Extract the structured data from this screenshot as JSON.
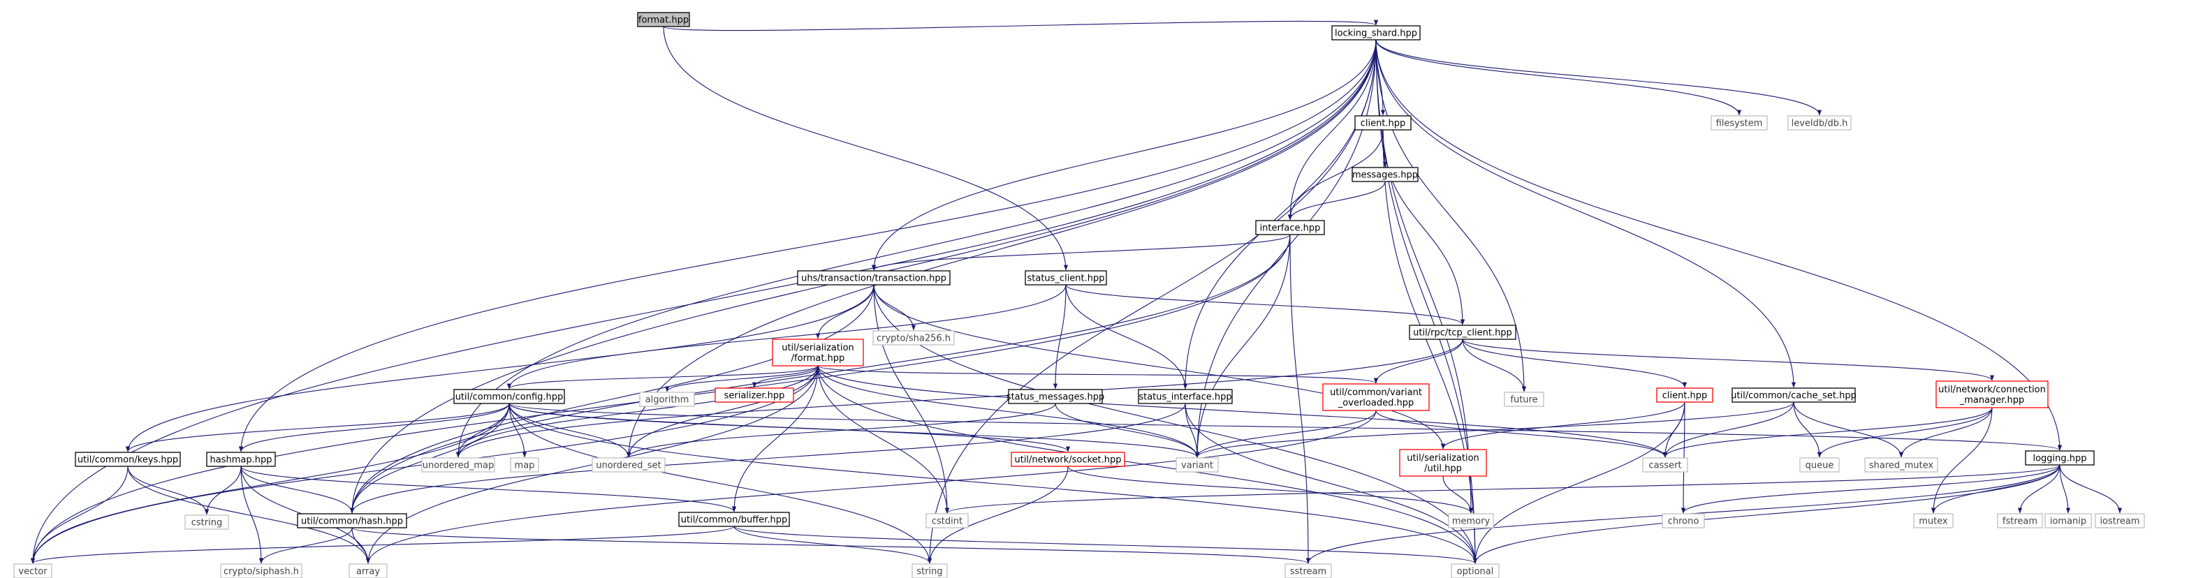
{
  "colors": {
    "edge": "#191970",
    "node_border": "#000000",
    "incomplete_border": "#ff0000",
    "root_fill": "#bfbfbf",
    "system_border": "#bfbfbf",
    "text": "#000000"
  },
  "nodes": {
    "format": {
      "lines": [
        "format.hpp"
      ],
      "kind": "root"
    },
    "locking_shard": {
      "lines": [
        "locking_shard.hpp"
      ],
      "kind": "normal"
    },
    "client_top": {
      "lines": [
        "client.hpp"
      ],
      "kind": "normal"
    },
    "messages": {
      "lines": [
        "messages.hpp"
      ],
      "kind": "normal"
    },
    "interface": {
      "lines": [
        "interface.hpp"
      ],
      "kind": "normal"
    },
    "filesystem": {
      "lines": [
        "filesystem"
      ],
      "kind": "system"
    },
    "leveldb": {
      "lines": [
        "leveldb/db.h"
      ],
      "kind": "system"
    },
    "transaction": {
      "lines": [
        "uhs/transaction/transaction.hpp"
      ],
      "kind": "normal"
    },
    "status_client": {
      "lines": [
        "status_client.hpp"
      ],
      "kind": "normal"
    },
    "sha256": {
      "lines": [
        "crypto/sha256.h"
      ],
      "kind": "system"
    },
    "ser_format": {
      "lines": [
        "util/serialization",
        "/format.hpp"
      ],
      "kind": "incomplete"
    },
    "tcp_client": {
      "lines": [
        "util/rpc/tcp_client.hpp"
      ],
      "kind": "normal"
    },
    "config": {
      "lines": [
        "util/common/config.hpp"
      ],
      "kind": "normal"
    },
    "algorithm": {
      "lines": [
        "algorithm"
      ],
      "kind": "system"
    },
    "serializer": {
      "lines": [
        "serializer.hpp"
      ],
      "kind": "incomplete"
    },
    "status_messages": {
      "lines": [
        "status_messages.hpp"
      ],
      "kind": "normal"
    },
    "status_interface": {
      "lines": [
        "status_interface.hpp"
      ],
      "kind": "normal"
    },
    "variant_overloaded": {
      "lines": [
        "util/common/variant",
        "_overloaded.hpp"
      ],
      "kind": "incomplete"
    },
    "future": {
      "lines": [
        "future"
      ],
      "kind": "system"
    },
    "client_red": {
      "lines": [
        "client.hpp"
      ],
      "kind": "incomplete"
    },
    "cache_set": {
      "lines": [
        "util/common/cache_set.hpp"
      ],
      "kind": "normal"
    },
    "conn_manager": {
      "lines": [
        "util/network/connection",
        "_manager.hpp"
      ],
      "kind": "incomplete"
    },
    "keys": {
      "lines": [
        "util/common/keys.hpp"
      ],
      "kind": "normal"
    },
    "hashmap": {
      "lines": [
        "hashmap.hpp"
      ],
      "kind": "normal"
    },
    "unordered_map": {
      "lines": [
        "unordered_map"
      ],
      "kind": "system"
    },
    "map": {
      "lines": [
        "map"
      ],
      "kind": "system"
    },
    "unordered_set": {
      "lines": [
        "unordered_set"
      ],
      "kind": "system"
    },
    "socket": {
      "lines": [
        "util/network/socket.hpp"
      ],
      "kind": "incomplete"
    },
    "variant": {
      "lines": [
        "variant"
      ],
      "kind": "system"
    },
    "cassert": {
      "lines": [
        "cassert"
      ],
      "kind": "system"
    },
    "queue": {
      "lines": [
        "queue"
      ],
      "kind": "system"
    },
    "shared_mutex": {
      "lines": [
        "shared_mutex"
      ],
      "kind": "system"
    },
    "ser_util": {
      "lines": [
        "util/serialization",
        "/util.hpp"
      ],
      "kind": "incomplete"
    },
    "logging": {
      "lines": [
        "logging.hpp"
      ],
      "kind": "normal"
    },
    "cstring": {
      "lines": [
        "cstring"
      ],
      "kind": "system"
    },
    "hash": {
      "lines": [
        "util/common/hash.hpp"
      ],
      "kind": "normal"
    },
    "buffer": {
      "lines": [
        "util/common/buffer.hpp"
      ],
      "kind": "normal"
    },
    "cstdint": {
      "lines": [
        "cstdint"
      ],
      "kind": "system"
    },
    "memory": {
      "lines": [
        "memory"
      ],
      "kind": "system"
    },
    "chrono": {
      "lines": [
        "chrono"
      ],
      "kind": "system"
    },
    "mutex": {
      "lines": [
        "mutex"
      ],
      "kind": "system"
    },
    "fstream": {
      "lines": [
        "fstream"
      ],
      "kind": "system"
    },
    "iomanip": {
      "lines": [
        "iomanip"
      ],
      "kind": "system"
    },
    "iostream": {
      "lines": [
        "iostream"
      ],
      "kind": "system"
    },
    "vector": {
      "lines": [
        "vector"
      ],
      "kind": "system"
    },
    "siphash": {
      "lines": [
        "crypto/siphash.h"
      ],
      "kind": "system"
    },
    "array": {
      "lines": [
        "array"
      ],
      "kind": "system"
    },
    "string": {
      "lines": [
        "string"
      ],
      "kind": "system"
    },
    "sstream": {
      "lines": [
        "sstream"
      ],
      "kind": "system"
    },
    "optional": {
      "lines": [
        "optional"
      ],
      "kind": "system"
    }
  },
  "edges": [
    [
      "format",
      "locking_shard"
    ],
    [
      "format",
      "status_client"
    ],
    [
      "locking_shard",
      "client_top"
    ],
    [
      "locking_shard",
      "interface"
    ],
    [
      "locking_shard",
      "filesystem"
    ],
    [
      "locking_shard",
      "leveldb"
    ],
    [
      "locking_shard",
      "transaction"
    ],
    [
      "locking_shard",
      "status_interface"
    ],
    [
      "locking_shard",
      "future"
    ],
    [
      "locking_shard",
      "cache_set"
    ],
    [
      "locking_shard",
      "logging"
    ],
    [
      "locking_shard",
      "hashmap"
    ],
    [
      "locking_shard",
      "unordered_map"
    ],
    [
      "locking_shard",
      "unordered_set"
    ],
    [
      "locking_shard",
      "variant"
    ],
    [
      "locking_shard",
      "memory"
    ],
    [
      "locking_shard",
      "vector"
    ],
    [
      "locking_shard",
      "hash"
    ],
    [
      "locking_shard",
      "string"
    ],
    [
      "locking_shard",
      "optional"
    ],
    [
      "client_top",
      "messages"
    ],
    [
      "client_top",
      "interface"
    ],
    [
      "client_top",
      "tcp_client"
    ],
    [
      "client_top",
      "optional"
    ],
    [
      "messages",
      "interface"
    ],
    [
      "interface",
      "transaction"
    ],
    [
      "interface",
      "variant"
    ],
    [
      "interface",
      "hash"
    ],
    [
      "interface",
      "vector"
    ],
    [
      "interface",
      "sstream"
    ],
    [
      "transaction",
      "sha256"
    ],
    [
      "transaction",
      "ser_format"
    ],
    [
      "transaction",
      "keys"
    ],
    [
      "transaction",
      "hash"
    ],
    [
      "transaction",
      "cstdint"
    ],
    [
      "transaction",
      "optional"
    ],
    [
      "transaction",
      "ser_util"
    ],
    [
      "status_client",
      "tcp_client"
    ],
    [
      "status_client",
      "status_messages"
    ],
    [
      "status_client",
      "status_interface"
    ],
    [
      "status_client",
      "config"
    ],
    [
      "ser_format",
      "config"
    ],
    [
      "ser_format",
      "algorithm"
    ],
    [
      "ser_format",
      "serializer"
    ],
    [
      "ser_format",
      "variant_overloaded"
    ],
    [
      "ser_format",
      "unordered_map"
    ],
    [
      "ser_format",
      "unordered_set"
    ],
    [
      "ser_format",
      "variant"
    ],
    [
      "ser_format",
      "cassert"
    ],
    [
      "ser_format",
      "cstdint"
    ],
    [
      "ser_format",
      "optional"
    ],
    [
      "ser_format",
      "array"
    ],
    [
      "ser_format",
      "buffer"
    ],
    [
      "ser_format",
      "vector"
    ],
    [
      "tcp_client",
      "client_red"
    ],
    [
      "tcp_client",
      "future"
    ],
    [
      "tcp_client",
      "variant_overloaded"
    ],
    [
      "tcp_client",
      "conn_manager"
    ],
    [
      "tcp_client",
      "unordered_map"
    ],
    [
      "config",
      "keys"
    ],
    [
      "config",
      "hashmap"
    ],
    [
      "config",
      "unordered_map"
    ],
    [
      "config",
      "map"
    ],
    [
      "config",
      "unordered_set"
    ],
    [
      "config",
      "variant"
    ],
    [
      "config",
      "socket"
    ],
    [
      "config",
      "logging"
    ],
    [
      "config",
      "hash"
    ],
    [
      "config",
      "optional"
    ],
    [
      "config",
      "vector"
    ],
    [
      "config",
      "string"
    ],
    [
      "status_messages",
      "unordered_set"
    ],
    [
      "status_messages",
      "variant"
    ],
    [
      "status_interface",
      "variant"
    ],
    [
      "status_interface",
      "optional"
    ],
    [
      "status_interface",
      "hash"
    ],
    [
      "variant_overloaded",
      "variant"
    ],
    [
      "variant_overloaded",
      "cassert"
    ],
    [
      "variant_overloaded",
      "array"
    ],
    [
      "client_red",
      "ser_util"
    ],
    [
      "client_red",
      "cassert"
    ],
    [
      "client_red",
      "chrono"
    ],
    [
      "client_red",
      "optional"
    ],
    [
      "cache_set",
      "cassert"
    ],
    [
      "cache_set",
      "queue"
    ],
    [
      "cache_set",
      "shared_mutex"
    ],
    [
      "cache_set",
      "variant"
    ],
    [
      "conn_manager",
      "cassert"
    ],
    [
      "conn_manager",
      "queue"
    ],
    [
      "conn_manager",
      "shared_mutex"
    ],
    [
      "conn_manager",
      "mutex"
    ],
    [
      "keys",
      "vector"
    ],
    [
      "keys",
      "cstring"
    ],
    [
      "keys",
      "array"
    ],
    [
      "hashmap",
      "hash"
    ],
    [
      "hashmap",
      "cstring"
    ],
    [
      "hashmap",
      "siphash"
    ],
    [
      "hashmap",
      "array"
    ],
    [
      "hashmap",
      "buffer"
    ],
    [
      "socket",
      "memory"
    ],
    [
      "socket",
      "string"
    ],
    [
      "ser_util",
      "memory"
    ],
    [
      "logging",
      "mutex"
    ],
    [
      "logging",
      "fstream"
    ],
    [
      "logging",
      "iomanip"
    ],
    [
      "logging",
      "iostream"
    ],
    [
      "logging",
      "chrono"
    ],
    [
      "logging",
      "sstream"
    ],
    [
      "logging",
      "optional"
    ],
    [
      "logging",
      "cstdint"
    ],
    [
      "hash",
      "siphash"
    ],
    [
      "hash",
      "array"
    ],
    [
      "hash",
      "sstream"
    ],
    [
      "buffer",
      "string"
    ],
    [
      "buffer",
      "vector"
    ],
    [
      "buffer",
      "optional"
    ]
  ]
}
